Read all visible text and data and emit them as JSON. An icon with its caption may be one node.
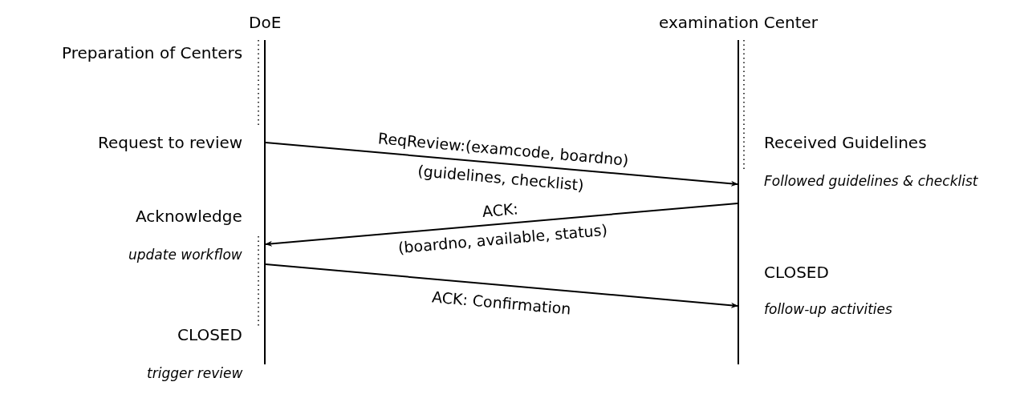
{
  "diagram": {
    "nodes": [
      {
        "text": [
          "DoE"
        ]
      },
      {
        "text": [
          "examination Center"
        ]
      }
    ],
    "edges": [
      {
        "from": 0,
        "to": 1,
        "arrow": "to",
        "label": "ReqReview:(examcode, boardno) (guidelines, checklist)"
      },
      {
        "from": 1,
        "to": 0,
        "arrow": "to",
        "label": "ACK: (boardno, available, status)"
      },
      {
        "from": 0,
        "to": 1,
        "arrow": "to",
        "label": "ACK: Confirmation"
      }
    ],
    "labels": [
      "Preparation of Centers",
      "Request to review",
      "Received Guidelines",
      "Followed guidelines & checklist",
      "Acknowledge",
      "update workflow",
      "CLOSED",
      "follow-up activities",
      "CLOSED",
      "trigger review"
    ]
  }
}
